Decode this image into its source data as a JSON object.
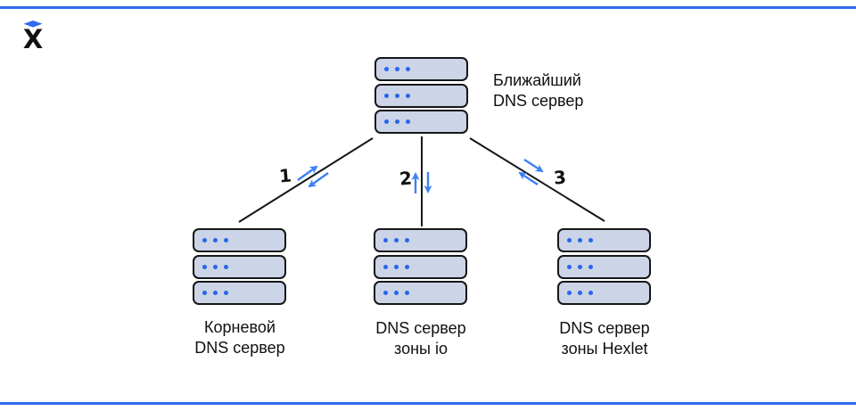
{
  "page": {
    "background": "#ffffff",
    "accent_line_color": "#2f6af0"
  },
  "logo": {
    "letter": "X",
    "cap_color": "#2f6af0",
    "letter_color": "#111111"
  },
  "diagram": {
    "top_server": {
      "label_line1": "Ближайший",
      "label_line2": "DNS сервер"
    },
    "bottom_servers": [
      {
        "label_line1": "Корневой",
        "label_line2": "DNS сервер"
      },
      {
        "label_line1": "DNS сервер",
        "label_line2": "зоны io"
      },
      {
        "label_line1": "DNS сервер",
        "label_line2": "зоны Hexlet"
      }
    ],
    "connections": [
      {
        "number": "1",
        "direction": "bidirectional"
      },
      {
        "number": "2",
        "direction": "bidirectional"
      },
      {
        "number": "3",
        "direction": "bidirectional"
      }
    ],
    "colors": {
      "server_fill": "#ccd4e8",
      "server_border": "#161616",
      "dot_blue": "#2566ee",
      "arrow_blue": "#3d82f4",
      "line_black": "#161616"
    }
  }
}
